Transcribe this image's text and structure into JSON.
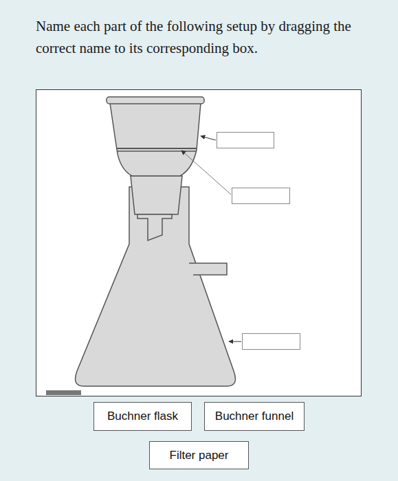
{
  "diagram": {
    "title": "Name each part of the following setup by dragging the correct name to its corresponding box.",
    "nodes": [
      {
        "text": [
          "Buchner flask"
        ]
      },
      {
        "text": [
          "Buchner funnel"
        ]
      },
      {
        "text": [
          "Filter paper"
        ]
      }
    ]
  }
}
